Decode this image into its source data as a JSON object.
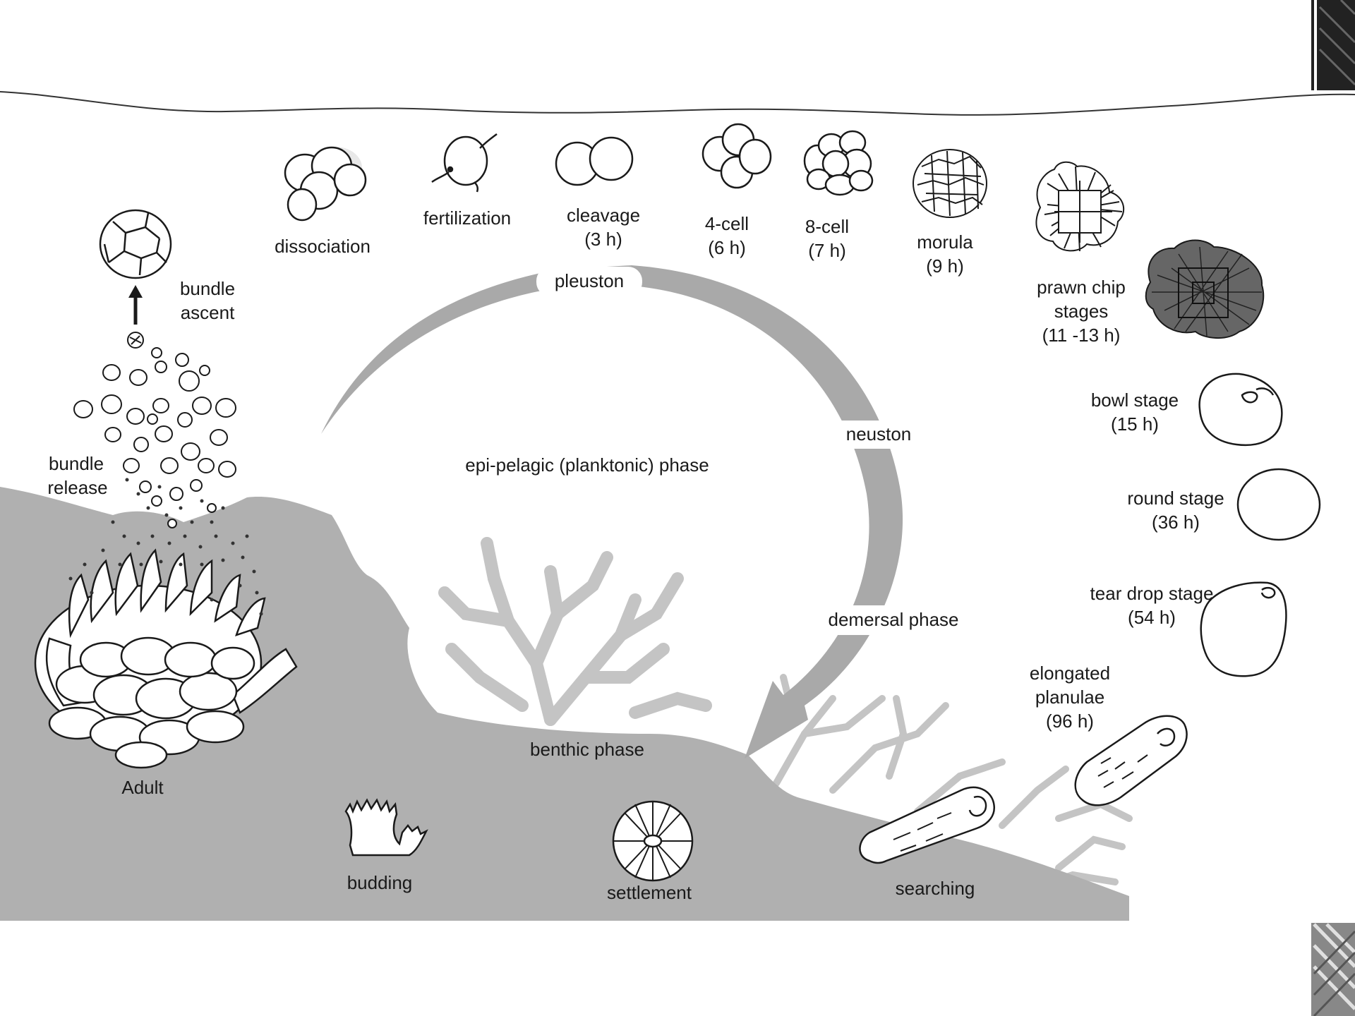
{
  "diagram": {
    "stages": {
      "dissociation": "dissociation",
      "fertilization": "fertilization",
      "cleavage": [
        "cleavage",
        "(3 h)"
      ],
      "four_cell": [
        "4-cell",
        "(6 h)"
      ],
      "eight_cell": [
        "8-cell",
        "(7 h)"
      ],
      "morula": [
        "morula",
        "(9 h)"
      ],
      "prawn_chip": [
        "prawn chip",
        "stages",
        "(11 -13 h)"
      ],
      "bowl": [
        "bowl stage",
        "(15 h)"
      ],
      "round": [
        "round stage",
        "(36 h)"
      ],
      "tear_drop": [
        "tear drop stage",
        "(54 h)"
      ],
      "elongated": [
        "elongated",
        "planulae",
        "(96 h)"
      ],
      "searching": "searching",
      "settlement": "settlement",
      "budding": "budding",
      "adult": "Adult",
      "bundle_release": [
        "bundle",
        "release"
      ],
      "bundle_ascent": [
        "bundle",
        "ascent"
      ]
    },
    "phases": {
      "pleuston": "pleuston",
      "neuston": "neuston",
      "demersal": "demersal phase",
      "epipelagic": "epi-pelagic (planktonic) phase",
      "benthic": "benthic phase"
    },
    "colors": {
      "seafloor": "#b0b0b0",
      "arrow": "#a9a9a9",
      "reef_silhouette": "#c4c4c4",
      "line": "#1a1a1a"
    }
  }
}
